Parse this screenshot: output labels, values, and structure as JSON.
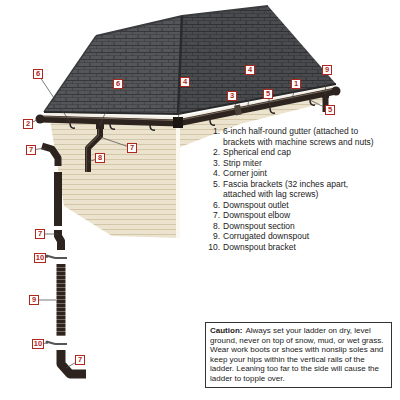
{
  "diagram": {
    "nodes": [
      {
        "text": [
          "Caution:",
          "Always set your ladder on dry, level ground, never on top of snow, mud, or wet grass. Wear work boots or shoes with nonslip soles and keep your hips within the vertical rails of the ladder. Leaning too far to the side will cause the ladder to topple over."
        ]
      }
    ],
    "labels": [
      "1.",
      "6-inch half-round gutter (attached to brackets with machine screws and nuts)",
      "2.",
      "Spherical end cap",
      "3.",
      "Strip miter",
      "4.",
      "Corner joint",
      "5.",
      "Fascia brackets (32 inches apart, attached with lag screws)",
      "6.",
      "Downspout outlet",
      "7.",
      "Downspout elbow",
      "8.",
      "Downspout section",
      "9.",
      "Corrugated downspout",
      "10.",
      "Downspout bracket",
      "6",
      "6",
      "4",
      "4",
      "9",
      "1",
      "3",
      "5",
      "5",
      "2",
      "7",
      "8",
      "7",
      "7",
      "10",
      "9",
      "10",
      "7"
    ]
  }
}
